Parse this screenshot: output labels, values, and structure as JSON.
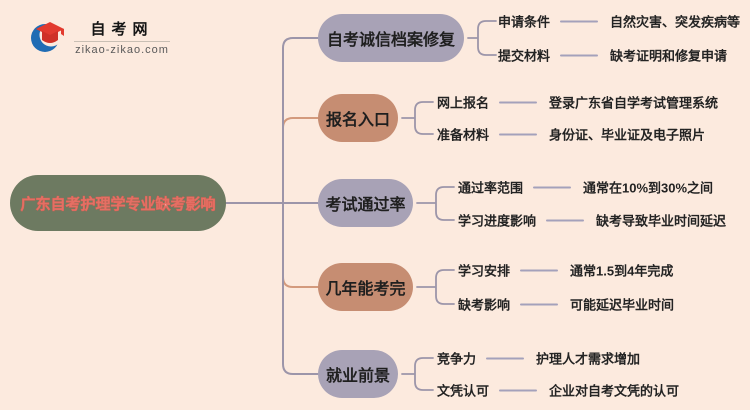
{
  "logo": {
    "title": "自考网",
    "domain": "zikao-zikao.com"
  },
  "root": {
    "label": "广东自考护理学专业缺考影响"
  },
  "branches": [
    {
      "label": "自考诚信档案修复",
      "color": "lavender",
      "children": [
        {
          "label": "申请条件",
          "value": "自然灾害、突发疾病等"
        },
        {
          "label": "提交材料",
          "value": "缺考证明和修复申请"
        }
      ]
    },
    {
      "label": "报名入口",
      "color": "salmon",
      "children": [
        {
          "label": "网上报名",
          "value": "登录广东省自学考试管理系统"
        },
        {
          "label": "准备材料",
          "value": "身份证、毕业证及电子照片"
        }
      ]
    },
    {
      "label": "考试通过率",
      "color": "lavender",
      "children": [
        {
          "label": "通过率范围",
          "value": "通常在10%到30%之间"
        },
        {
          "label": "学习进度影响",
          "value": "缺考导致毕业时间延迟"
        }
      ]
    },
    {
      "label": "几年能考完",
      "color": "salmon",
      "children": [
        {
          "label": "学习安排",
          "value": "通常1.5到4年完成"
        },
        {
          "label": "缺考影响",
          "value": "可能延迟毕业时间"
        }
      ]
    },
    {
      "label": "就业前景",
      "color": "lavender",
      "children": [
        {
          "label": "竞争力",
          "value": "护理人才需求增加"
        },
        {
          "label": "文凭认可",
          "value": "企业对自考文凭的认可"
        }
      ]
    }
  ],
  "palette": {
    "background": "#fceade",
    "root_fill": "#6d7a61",
    "root_text": "#ffffff",
    "root_text_outline": "#df564a",
    "branch_lavender": "#a8a2b6",
    "branch_salmon": "#c68d72",
    "connector_gray": "#9c95a9",
    "connector_salmon": "#d39a7d",
    "leaf_line": "#a4a1bb",
    "logo_blue": "#1f6cb4",
    "logo_red": "#e23a2e"
  }
}
